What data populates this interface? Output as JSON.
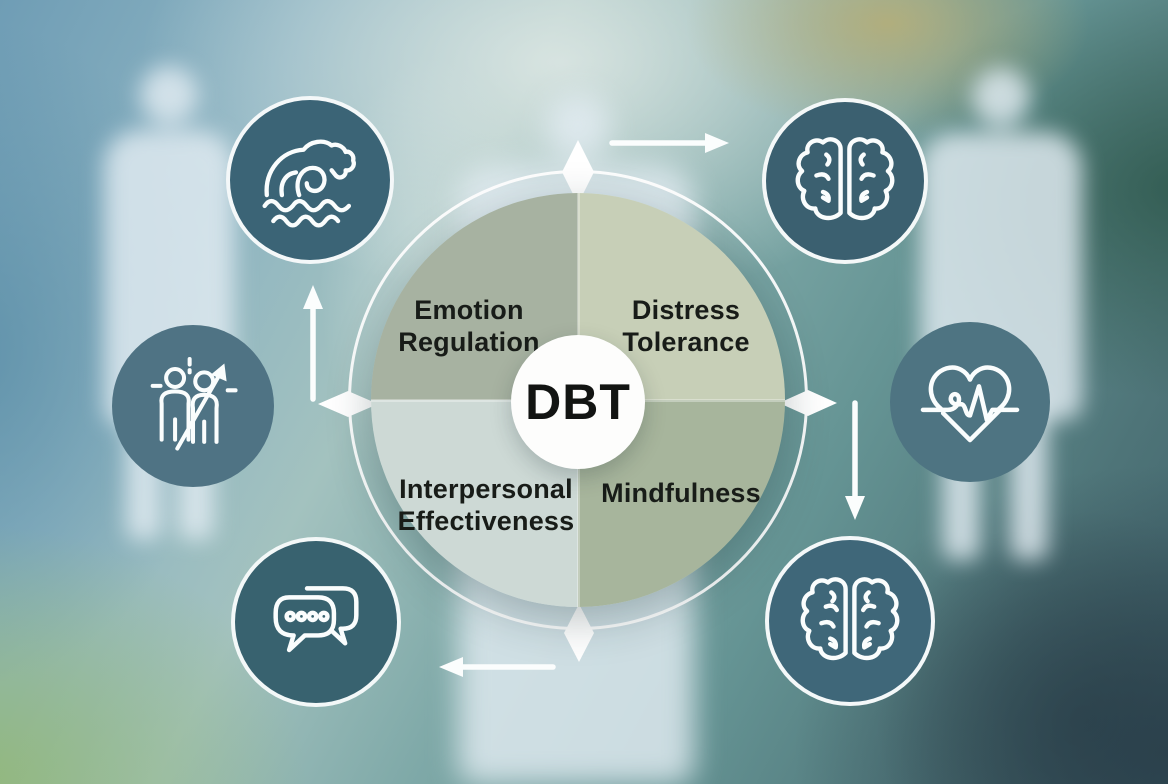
{
  "title": "DBT skills wheel infographic",
  "center": {
    "label": "DBT"
  },
  "quadrants": [
    {
      "id": "emotion-regulation",
      "position": "top-left",
      "line1": "Emotion",
      "line2": "Regulation",
      "color": "#a7b2a1"
    },
    {
      "id": "distress-tolerance",
      "position": "top-right",
      "line1": "Distress",
      "line2": "Tolerance",
      "color": "#c7cfb7"
    },
    {
      "id": "interpersonal-effectiveness",
      "position": "bottom-left",
      "line1": "Interpersonal",
      "line2": "Effectiveness",
      "color": "#cdd9d5"
    },
    {
      "id": "mindfulness",
      "position": "bottom-right",
      "line1": "Mindfulness",
      "line2": "",
      "color": "#a7b59c"
    }
  ],
  "nodes": [
    {
      "id": "wave",
      "icon": "ocean-wave-icon",
      "position": "top-left",
      "ringed": true,
      "color": "#3b6476"
    },
    {
      "id": "brain-top",
      "icon": "brain-icon",
      "position": "top-right",
      "ringed": true,
      "color": "#3b6070"
    },
    {
      "id": "heart-pulse",
      "icon": "heart-pulse-icon",
      "position": "middle-right",
      "ringed": false,
      "color": "#4e7482"
    },
    {
      "id": "brain-bottom",
      "icon": "brain-icon",
      "position": "bottom-right",
      "ringed": true,
      "color": "#3f6779"
    },
    {
      "id": "chat",
      "icon": "speech-bubbles-icon",
      "position": "bottom-left",
      "ringed": true,
      "color": "#38626f"
    },
    {
      "id": "people",
      "icon": "people-growth-arrow-icon",
      "position": "middle-left",
      "ringed": false,
      "color": "#4f7384"
    }
  ],
  "arrows": [
    {
      "id": "top-arrow",
      "direction": "right",
      "between": "wave → brain-top"
    },
    {
      "id": "right-arrow",
      "direction": "down",
      "between": "heart-pulse → brain-bottom"
    },
    {
      "id": "bottom-arrow",
      "direction": "left",
      "between": "brain-bottom → chat"
    },
    {
      "id": "left-arrow",
      "direction": "up",
      "between": "people → wave"
    }
  ],
  "colors": {
    "ring": "#ffffff",
    "hub_background": "#fdfdfc",
    "hub_text": "#121412",
    "label_text": "#181c18",
    "node_dark_teal": "#3b6476",
    "node_light_teal": "#4f7484",
    "background_blue": "#6f9db5",
    "background_green": "#92b870",
    "background_khaki": "#b5ae78",
    "background_dark_teal": "#40626a"
  }
}
